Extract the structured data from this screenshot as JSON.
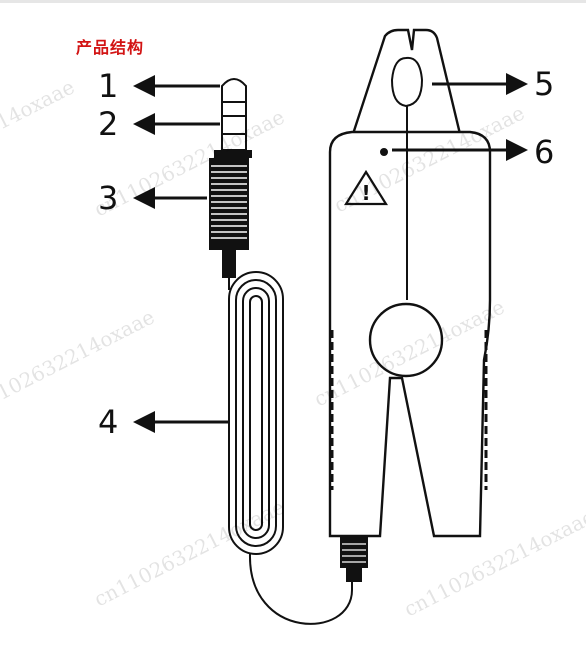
{
  "title": "产品结构",
  "labels": [
    "1",
    "2",
    "3",
    "4",
    "5",
    "6"
  ],
  "watermark": "cn1102632214oxaae",
  "warning_glyph": "!"
}
